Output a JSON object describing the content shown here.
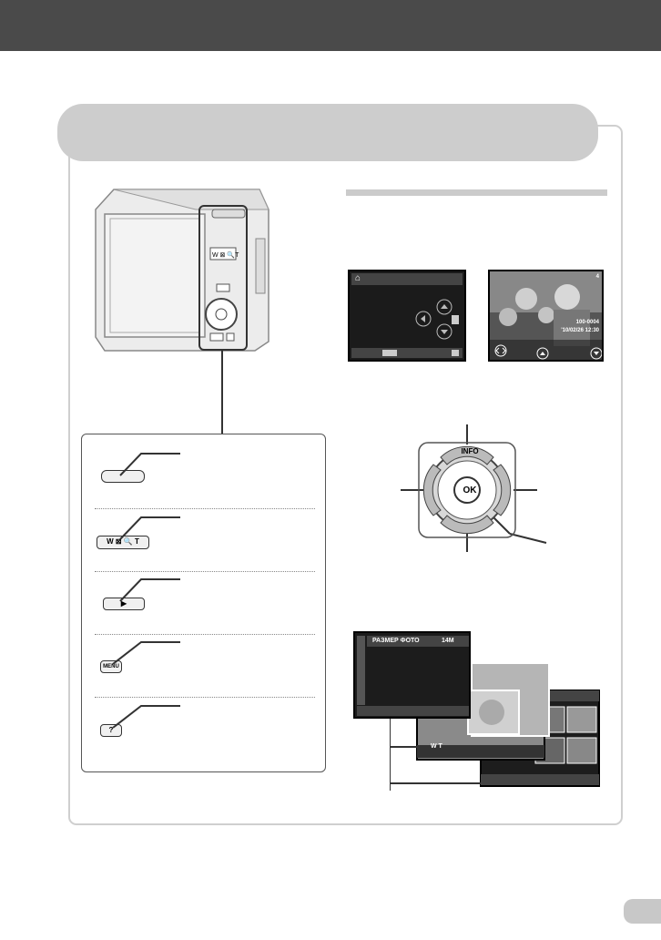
{
  "header": {
    "band_color": "#4a4a4a"
  },
  "section": {
    "title": "",
    "pill_color": "#cdcdcd"
  },
  "controls": [
    {
      "key": "shutter",
      "button_label": "",
      "icon": "shutter-button-icon"
    },
    {
      "key": "zoom",
      "button_label": "W ⊠  🔍 T",
      "icon": "zoom-buttons-icon"
    },
    {
      "key": "playback",
      "button_label": "▶",
      "icon": "playback-button-icon"
    },
    {
      "key": "menu",
      "button_label": "MENU",
      "icon": "menu-button-icon"
    },
    {
      "key": "help",
      "button_label": "?",
      "icon": "help-button-icon"
    }
  ],
  "arrow_pad": {
    "info_label": "INFO",
    "ok_label": "OK"
  },
  "photo_screen": {
    "file_no": "100-0004",
    "datetime": "'10/02/26  12:30",
    "count": "4"
  },
  "menu_screen": {
    "row_label": "РАЗМЕР ФОТО",
    "row_value": "14M"
  },
  "zoom_screen": {
    "wt_label": "W T"
  },
  "footer": {
    "page_tab": ""
  }
}
